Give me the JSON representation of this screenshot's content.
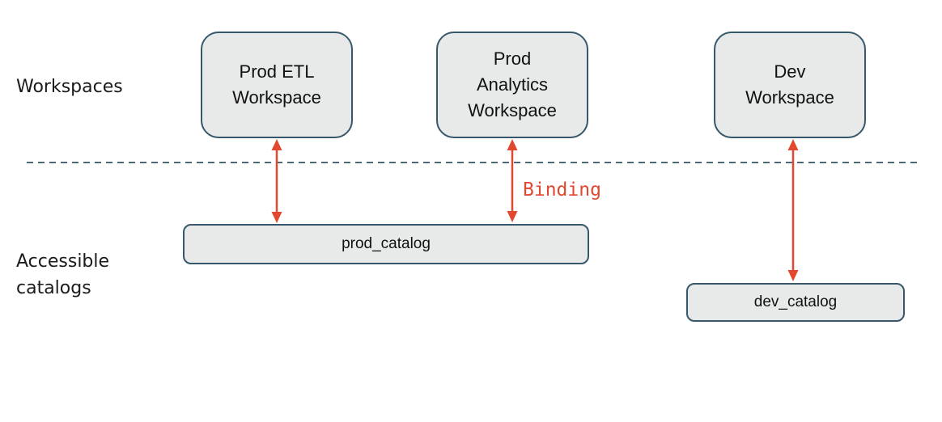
{
  "diagram": {
    "row_labels": {
      "workspaces": "Workspaces",
      "accessible_catalogs_lines": [
        "Accessible",
        "catalogs"
      ]
    },
    "workspaces": [
      {
        "lines": [
          "Prod ETL",
          "Workspace"
        ]
      },
      {
        "lines": [
          "Prod",
          "Analytics",
          "Workspace"
        ]
      },
      {
        "lines": [
          "Dev",
          "Workspace"
        ]
      }
    ],
    "catalogs": [
      {
        "label": "prod_catalog"
      },
      {
        "label": "dev_catalog"
      }
    ],
    "binding_label": "Binding",
    "bindings": [
      {
        "workspace": "Prod ETL Workspace",
        "catalog": "prod_catalog"
      },
      {
        "workspace": "Prod Analytics Workspace",
        "catalog": "prod_catalog",
        "annotation": "Binding"
      },
      {
        "workspace": "Dev Workspace",
        "catalog": "dev_catalog"
      }
    ],
    "colors": {
      "box_fill": "#e8eaea",
      "box_border": "#36586a",
      "dashed_line": "#4a6a76",
      "arrow": "#e0482f",
      "binding_text": "#e0482f",
      "label_text": "#1b1b1b"
    }
  }
}
